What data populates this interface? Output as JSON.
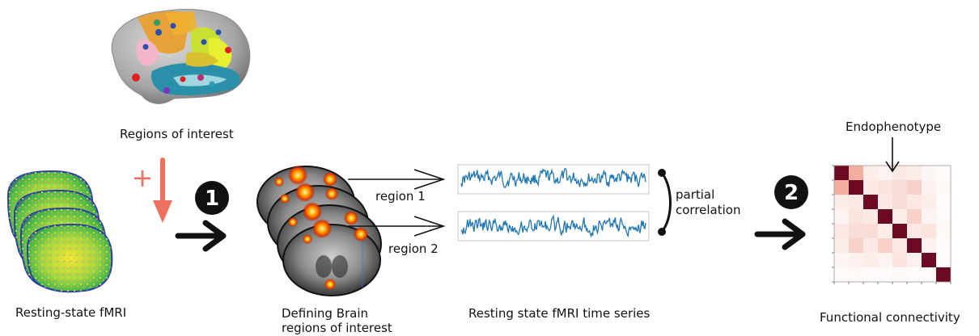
{
  "labels": {
    "regions_of_interest": "Regions of interest",
    "resting_state_fmri": "Resting-state fMRI",
    "defining_line1": "Defining Brain",
    "defining_line2": "regions of interest",
    "time_series": "Resting state fMRI time series",
    "functional_connectivity": "Functional connectivity",
    "endophenotype": "Endophenotype",
    "region1": "region 1",
    "region2": "region 2",
    "partial": "partial",
    "correlation": "correlation"
  },
  "steps": {
    "step1": "1",
    "step2": "2"
  },
  "plus_sign": "+",
  "colors": {
    "signal_line": "#1f77b4",
    "plus_and_down_arrow": "#f07060",
    "matrix_diagonal": "#6b0a22",
    "step_circle": "#111111"
  },
  "connectivity_matrix": {
    "size": 8,
    "values": [
      [
        1.0,
        0.35,
        0.08,
        0.05,
        0.1,
        0.08,
        0.04,
        0.02
      ],
      [
        0.35,
        1.0,
        0.1,
        0.12,
        0.15,
        0.2,
        0.06,
        0.03
      ],
      [
        0.08,
        0.1,
        1.0,
        0.1,
        0.15,
        0.1,
        0.08,
        0.02
      ],
      [
        0.05,
        0.12,
        0.1,
        1.0,
        0.08,
        0.2,
        0.05,
        0.02
      ],
      [
        0.1,
        0.15,
        0.15,
        0.08,
        1.0,
        0.1,
        0.12,
        0.03
      ],
      [
        0.08,
        0.2,
        0.1,
        0.2,
        0.1,
        1.0,
        0.06,
        0.02
      ],
      [
        0.04,
        0.06,
        0.08,
        0.05,
        0.12,
        0.06,
        1.0,
        0.02
      ],
      [
        0.02,
        0.03,
        0.02,
        0.02,
        0.03,
        0.02,
        0.02,
        1.0
      ]
    ]
  }
}
